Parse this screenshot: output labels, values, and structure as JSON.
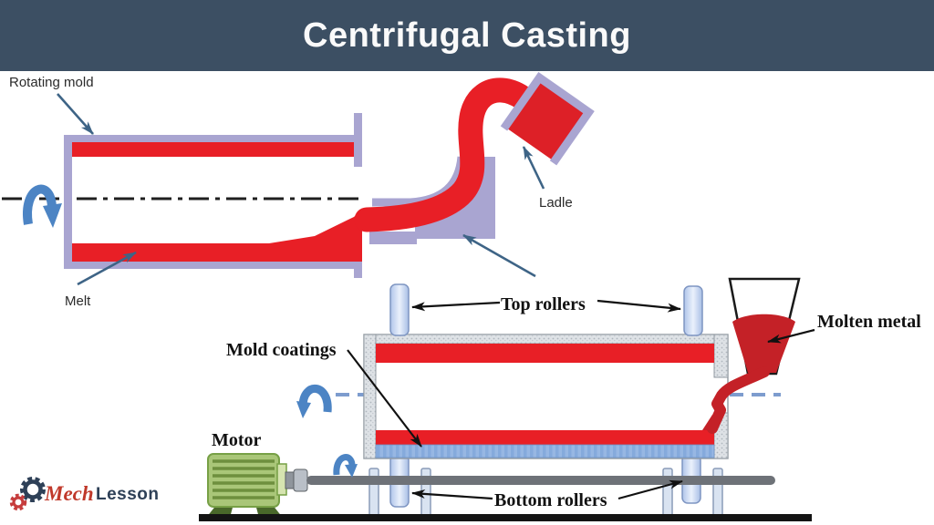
{
  "header": {
    "title": "Centrifugal Casting"
  },
  "top_diagram": {
    "labels": {
      "rotating_mold": "Rotating mold",
      "melt": "Melt",
      "ladle": "Ladle"
    }
  },
  "bottom_diagram": {
    "labels": {
      "top_rollers": "Top rollers",
      "mold_coatings": "Mold coatings",
      "molten_metal": "Molten metal",
      "motor": "Motor",
      "bottom_rollers": "Bottom rollers"
    }
  },
  "logo": {
    "prefix": "Mech",
    "suffix": "Lesson"
  },
  "colors": {
    "header_bg": "#3C4F63",
    "molten_red": "#E81F26",
    "dark_red": "#C42127",
    "mold_lavender": "#A9A5D1",
    "roller_blue": "#C7D7F0",
    "coating_blue": "#8FB2DF",
    "rotation_blue": "#4C84C4",
    "annotation_steel": "#3E6486",
    "motor_green": "#A9C678",
    "shaft_gray": "#6E7278",
    "logo_navy": "#2E4057",
    "logo_red": "#C0392B"
  }
}
